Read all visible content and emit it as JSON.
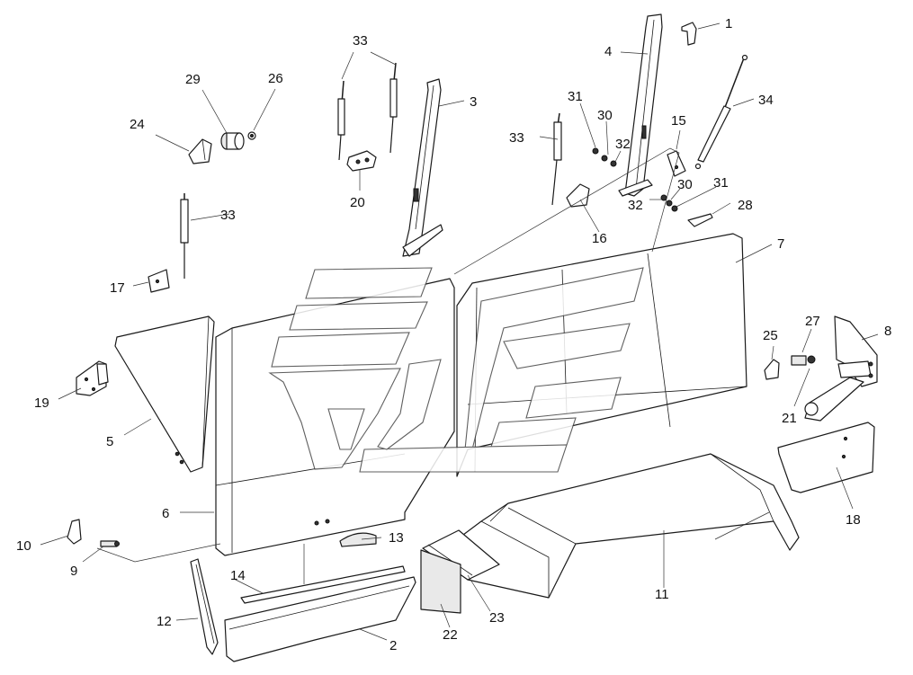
{
  "diagram": {
    "callouts": [
      {
        "id": "c1",
        "label": "1"
      },
      {
        "id": "c2",
        "label": "2"
      },
      {
        "id": "c3",
        "label": "3"
      },
      {
        "id": "c4",
        "label": "4"
      },
      {
        "id": "c5",
        "label": "5"
      },
      {
        "id": "c6",
        "label": "6"
      },
      {
        "id": "c7",
        "label": "7"
      },
      {
        "id": "c8",
        "label": "8"
      },
      {
        "id": "c9",
        "label": "9"
      },
      {
        "id": "c10",
        "label": "10"
      },
      {
        "id": "c11",
        "label": "11"
      },
      {
        "id": "c12",
        "label": "12"
      },
      {
        "id": "c13",
        "label": "13"
      },
      {
        "id": "c14",
        "label": "14"
      },
      {
        "id": "c15",
        "label": "15"
      },
      {
        "id": "c16",
        "label": "16"
      },
      {
        "id": "c17",
        "label": "17"
      },
      {
        "id": "c18",
        "label": "18"
      },
      {
        "id": "c19",
        "label": "19"
      },
      {
        "id": "c20",
        "label": "20"
      },
      {
        "id": "c21",
        "label": "21"
      },
      {
        "id": "c22",
        "label": "22"
      },
      {
        "id": "c23",
        "label": "23"
      },
      {
        "id": "c24",
        "label": "24"
      },
      {
        "id": "c25",
        "label": "25"
      },
      {
        "id": "c26",
        "label": "26"
      },
      {
        "id": "c27",
        "label": "27"
      },
      {
        "id": "c28",
        "label": "28"
      },
      {
        "id": "c29",
        "label": "29"
      },
      {
        "id": "c30a",
        "label": "30"
      },
      {
        "id": "c30b",
        "label": "30"
      },
      {
        "id": "c31a",
        "label": "31"
      },
      {
        "id": "c31b",
        "label": "31"
      },
      {
        "id": "c32a",
        "label": "32"
      },
      {
        "id": "c32b",
        "label": "32"
      },
      {
        "id": "c33a",
        "label": "33"
      },
      {
        "id": "c33b",
        "label": "33"
      },
      {
        "id": "c33c",
        "label": "33"
      },
      {
        "id": "c34",
        "label": "34"
      }
    ]
  }
}
